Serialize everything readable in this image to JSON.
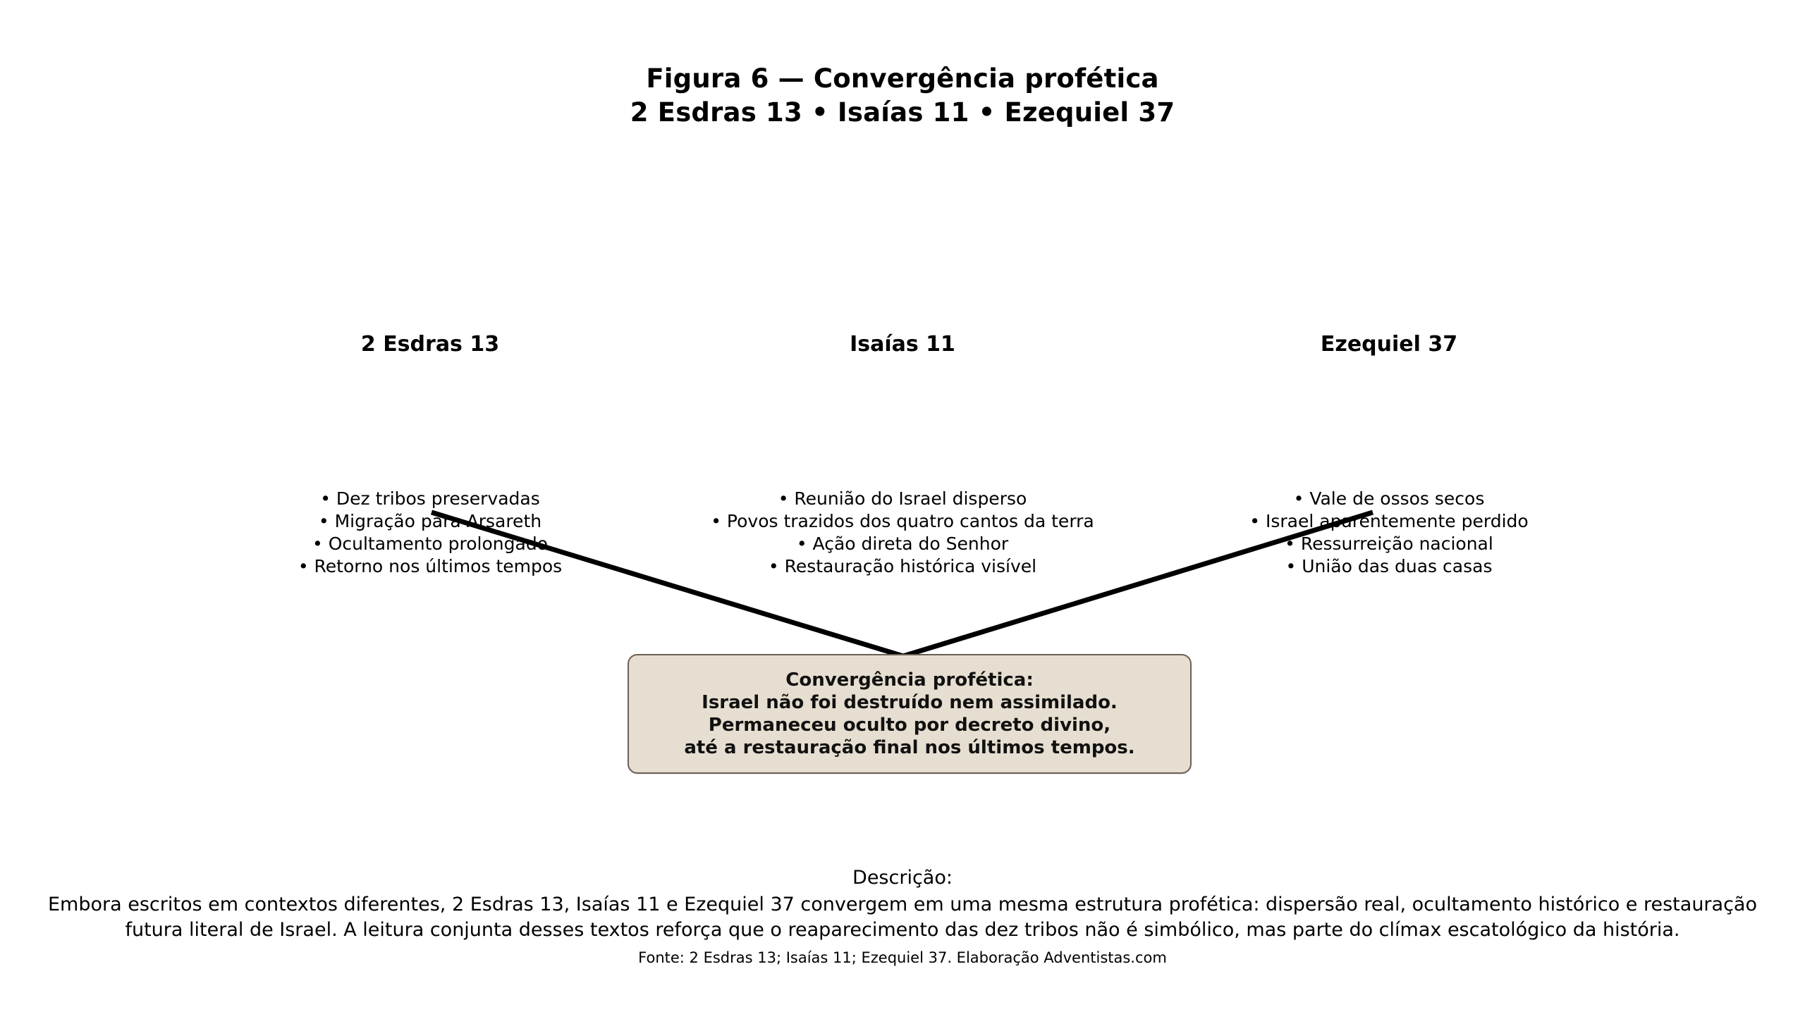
{
  "figure": {
    "title_line_1": "Figura 6 — Convergência profética",
    "title_line_2": "2 Esdras 13 • Isaías 11 • Ezequiel 37"
  },
  "columns": [
    {
      "heading": "2 Esdras 13",
      "bullets": [
        "• Dez tribos preservadas",
        "• Migração para Arsareth",
        "• Ocultamento prolongado",
        "• Retorno nos últimos tempos"
      ]
    },
    {
      "heading": "Isaías 11",
      "bullets": [
        "• Reunião do Israel disperso",
        "• Povos trazidos dos quatro cantos da terra",
        "• Ação direta do Senhor",
        "• Restauração histórica visível"
      ]
    },
    {
      "heading": "Ezequiel 37",
      "bullets": [
        "• Vale de ossos secos",
        "• Israel aparentemente perdido",
        "• Ressurreição nacional",
        "• União das duas casas"
      ]
    }
  ],
  "converge_box": {
    "line_1": "Convergência profética:",
    "line_2": "Israel não foi destruído nem assimilado.",
    "line_3": "Permaneceu oculto por decreto divino,",
    "line_4": "até a restauração final nos últimos tempos.",
    "fill_color": "#e6ded0",
    "border_color": "#6b6054"
  },
  "description": {
    "label": "Descrição:",
    "line_1": "Embora escritos em contextos diferentes, 2 Esdras 13, Isaías 11 e Ezequiel 37 convergem em uma mesma estrutura profética: dispersão real, ocultamento histórico e restauração",
    "line_2": "futura literal de Israel. A leitura conjunta desses textos reforça que o reaparecimento das dez tribos não é simbólico, mas parte do clímax escatológico da história."
  },
  "source": "Fonte: 2 Esdras 13; Isaías 11; Ezequiel 37. Elaboração Adventistas.com",
  "connector_color": "#000000"
}
